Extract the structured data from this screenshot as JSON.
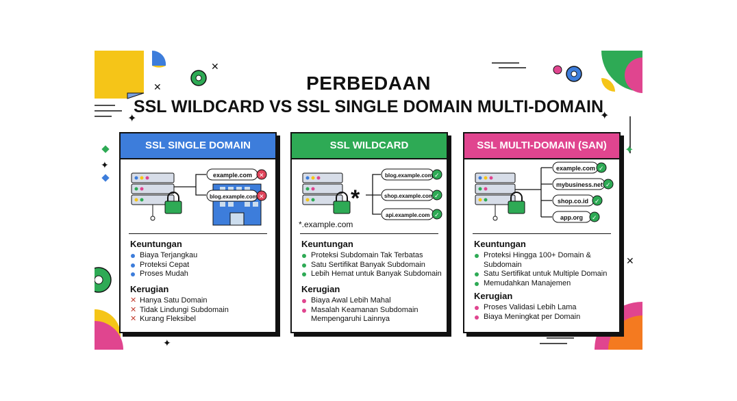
{
  "title": {
    "line1": "PERBEDAAN",
    "line2": "SSL WILDCARD VS SSL SINGLE DOMAIN  MULTI-DOMAIN"
  },
  "colors": {
    "blue": "#3d7ddb",
    "green": "#2eaa55",
    "pink": "#e0458f",
    "red": "#e0445a",
    "yellow": "#f5c518",
    "orange": "#f47a20"
  },
  "cards": [
    {
      "header": "SSL SINGLE DOMAIN",
      "domains": [
        "example.com",
        "blog.example.com"
      ],
      "domain_status": [
        "invalid",
        "invalid"
      ],
      "pros_title": "Keuntungan",
      "pros": [
        "Biaya Terjangkau",
        "Proteksi Cepat",
        "Proses Mudah"
      ],
      "cons_title": "Kerugian",
      "cons": [
        "Hanya Satu Domain",
        "Tidak Lindungi Subdomain",
        "Kurang Fleksibel"
      ]
    },
    {
      "header": "SSL WILDCARD",
      "wildcard_symbol": "*",
      "wildcard_domain": "*.example.com",
      "domains": [
        "blog.example.com",
        "shop.example.com",
        "api.example.com"
      ],
      "domain_status": [
        "valid",
        "valid",
        "valid"
      ],
      "pros_title": "Keuntungan",
      "pros": [
        "Proteksi Subdomain Tak Terbatas",
        "Satu Sertifikat Banyak Subdomain",
        "Lebih Hemat untuk Banyak Subdomain"
      ],
      "cons_title": "Kerugian",
      "cons": [
        "Biaya Awal Lebih Mahal",
        "Masalah Keamanan Subdomain Mempengaruhi Lainnya"
      ]
    },
    {
      "header": "SSL MULTI-DOMAIN (SAN)",
      "domains": [
        "example.com",
        "mybusiness.net",
        "shop.co.id",
        "app.org"
      ],
      "domain_status": [
        "valid",
        "valid",
        "valid",
        "valid"
      ],
      "pros_title": "Keuntungan",
      "pros": [
        "Proteksi Hingga 100+ Domain & Subdomain",
        "Satu Sertifikat untuk Multiple Domain",
        "Memudahkan Manajemen"
      ],
      "cons_title": "Kerugian",
      "cons": [
        "Proses Validasi Lebih Lama",
        "Biaya Meningkat per Domain"
      ]
    }
  ]
}
